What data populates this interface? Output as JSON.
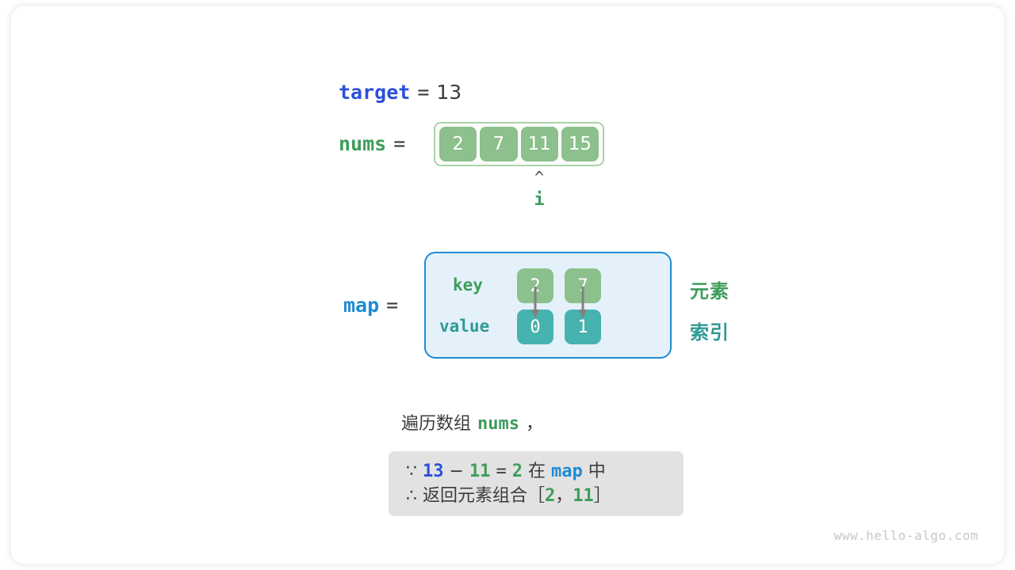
{
  "figure": {
    "title": "two-sum hash-map walkthrough",
    "watermark": "www.hello-algo.com"
  },
  "colors": {
    "accent_blue": "#2b50d8",
    "map_blue": "#1f8bd2",
    "green": "#3f9c5c",
    "cell_green": "#8cc08c",
    "cell_teal": "#47b3ae",
    "box_gray": "#e2e2e2",
    "map_bg": "#e4f1fb",
    "arrow_gray": "#808080"
  },
  "target_row": {
    "label": "target",
    "equals": "=",
    "value": "13"
  },
  "nums_row": {
    "label": "nums",
    "equals": "=",
    "cells": [
      "2",
      "7",
      "11",
      "15"
    ]
  },
  "pointer": {
    "caret": "^",
    "name": "i",
    "points_at_index": 2
  },
  "map_row": {
    "label": "map",
    "equals": "=",
    "key_label": "key",
    "value_label": "value",
    "entries": [
      {
        "key": "2",
        "value": "0"
      },
      {
        "key": "7",
        "value": "1"
      }
    ],
    "legend_element": "元素",
    "legend_index": "索引"
  },
  "caption": {
    "prefix": "遍历数组",
    "var": "nums",
    "suffix": "，"
  },
  "conclusion": {
    "line1": {
      "symbol": "∵",
      "a": "13",
      "minus": "−",
      "b": "11",
      "equals": "=",
      "c": "2",
      "in_word": "在",
      "map": "map",
      "zhong": "中"
    },
    "line2": {
      "symbol": "∴",
      "text": "返回元素组合",
      "bracket_open": "［",
      "first": "2",
      "comma": "，",
      "second": "11",
      "bracket_close": "］"
    }
  }
}
